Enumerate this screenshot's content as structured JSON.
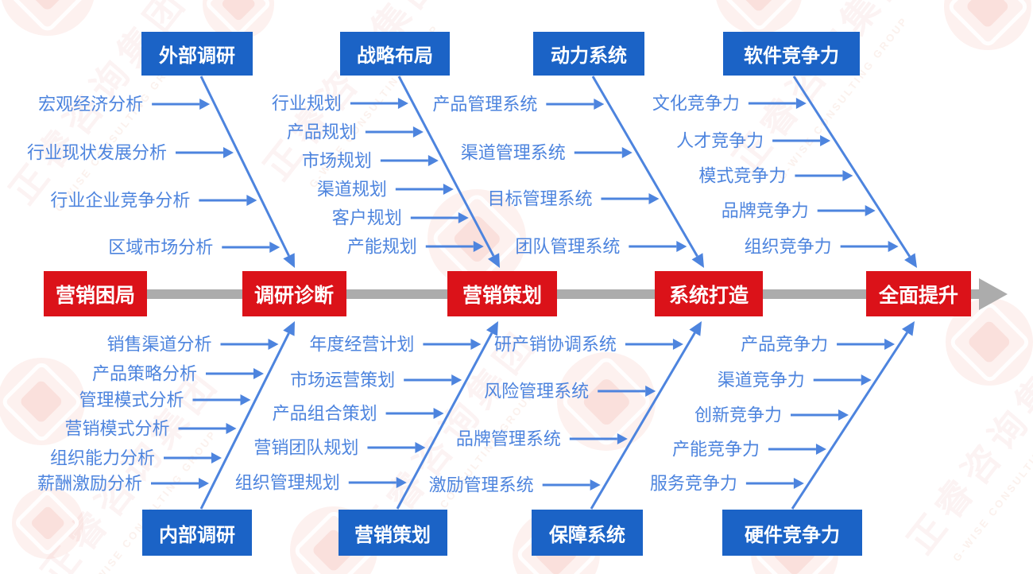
{
  "colors": {
    "blue_box": "#1B63C6",
    "red_box": "#DB1219",
    "blue_text": "#4D84DE",
    "line_blue": "#4D84DE",
    "spine_gray": "#ACACAC"
  },
  "spine": {
    "stages": [
      "营销困局",
      "调研诊断",
      "营销策划",
      "系统打造",
      "全面提升"
    ]
  },
  "top_branches": [
    {
      "box": "外部调研",
      "items": [
        "宏观经济分析",
        "行业现状发展分析",
        "行业企业竞争分析",
        "区域市场分析"
      ]
    },
    {
      "box": "战略布局",
      "items": [
        "行业规划",
        "产品规划",
        "市场规划",
        "渠道规划",
        "客户规划",
        "产能规划"
      ]
    },
    {
      "box": "动力系统",
      "items": [
        "产品管理系统",
        "渠道管理系统",
        "目标管理系统",
        "团队管理系统"
      ]
    },
    {
      "box": "软件竞争力",
      "items": [
        "文化竞争力",
        "人才竞争力",
        "模式竞争力",
        "品牌竞争力",
        "组织竞争力"
      ]
    }
  ],
  "bottom_branches": [
    {
      "box": "内部调研",
      "items": [
        "销售渠道分析",
        "产品策略分析",
        "管理模式分析",
        "营销模式分析",
        "组织能力分析",
        "薪酬激励分析"
      ]
    },
    {
      "box": "营销策划",
      "items": [
        "年度经营计划",
        "市场运营策划",
        "产品组合策划",
        "营销团队规划",
        "组织管理规划"
      ]
    },
    {
      "box": "保障系统",
      "items": [
        "研产销协调系统",
        "风险管理系统",
        "品牌管理系统",
        "激励管理系统"
      ]
    },
    {
      "box": "硬件竞争力",
      "items": [
        "产品竞争力",
        "渠道竞争力",
        "创新竞争力",
        "产能竞争力",
        "服务竞争力"
      ]
    }
  ],
  "watermark": {
    "text": "正睿咨询集团",
    "subtext": "G-WISE CONSULTING GROUP"
  }
}
